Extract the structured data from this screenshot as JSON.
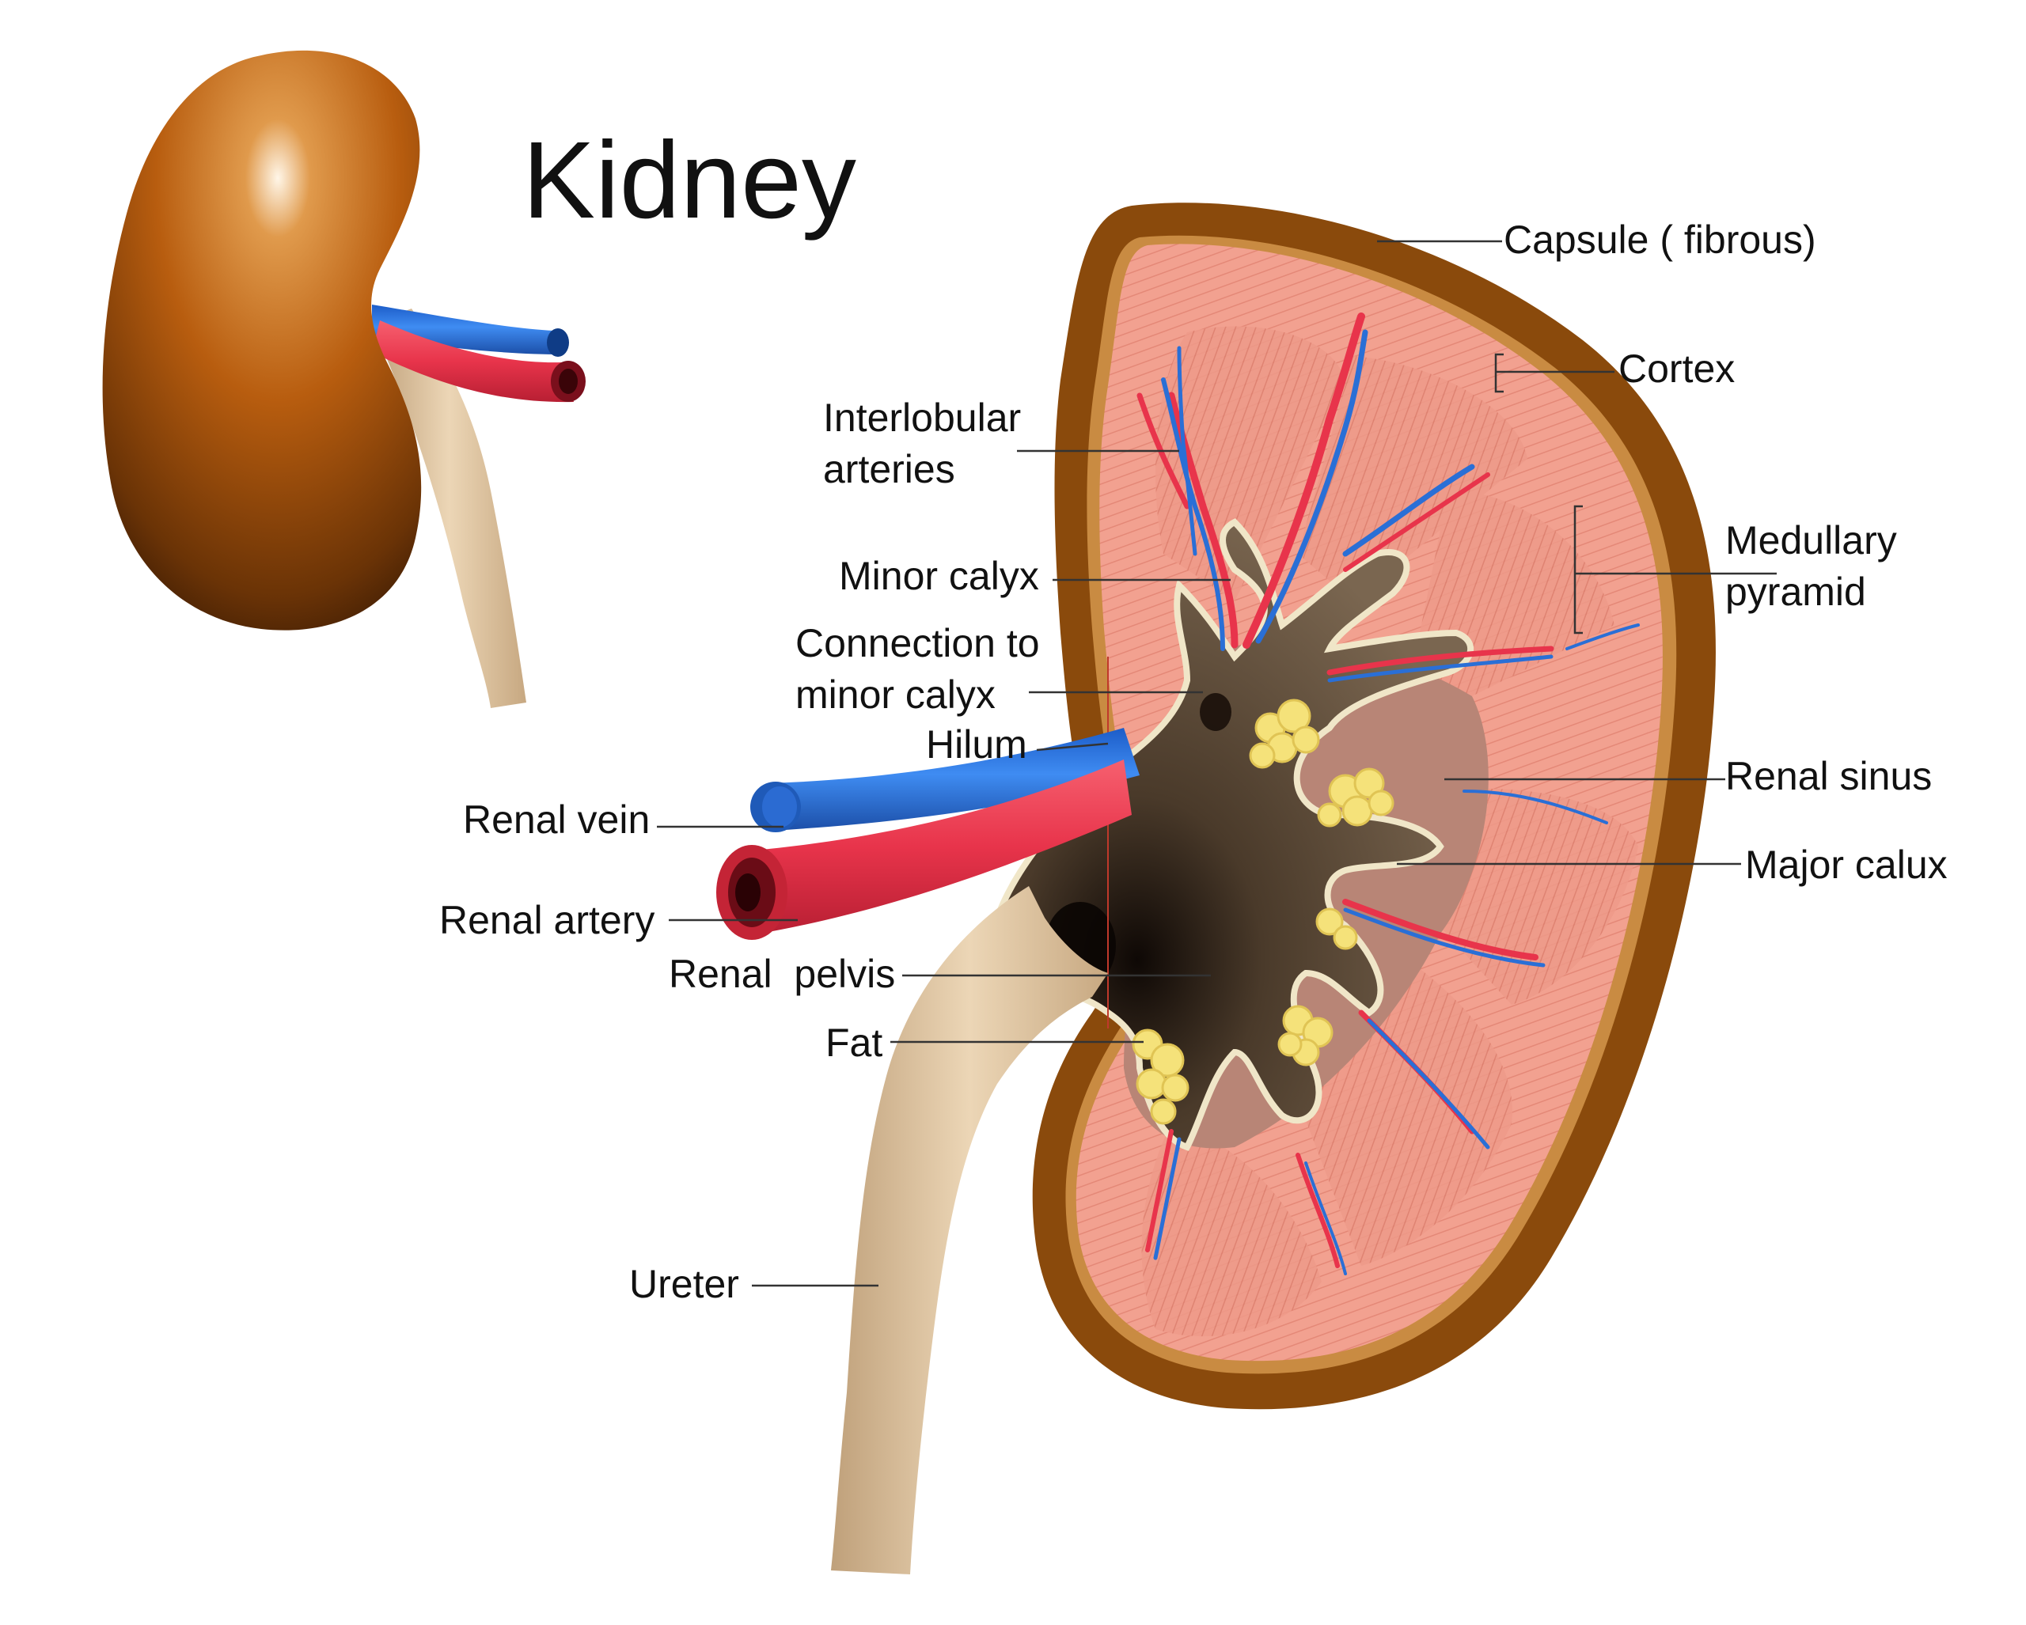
{
  "title": "Kidney",
  "labels": {
    "capsule": "Capsule ( fibrous)",
    "cortex": "Cortex",
    "medullary_1": "Medullary",
    "medullary_2": "pyramid",
    "renal_sinus": "Renal sinus",
    "major_calux": "Major calux",
    "interlobular_1": "Interlobular",
    "interlobular_2": "arteries",
    "minor_calyx": "Minor calyx",
    "connection_1": "Connection to",
    "connection_2": "minor calyx",
    "hilum": "Hilum",
    "renal_vein": "Renal vein",
    "renal_artery": "Renal artery",
    "renal_pelvis": "Renal  pelvis",
    "fat": "Fat",
    "ureter": "Ureter"
  },
  "colors": {
    "capsule": "#8a4a0c",
    "cortex": "#f2a190",
    "pyramid": "#e88a7b",
    "pelvis": "#6e5a43",
    "pelvis_dark": "#1c120c",
    "ureter": "#d9bc98",
    "vein": "#2a6fd6",
    "artery": "#e8344b",
    "fat": "#f5e27a"
  }
}
